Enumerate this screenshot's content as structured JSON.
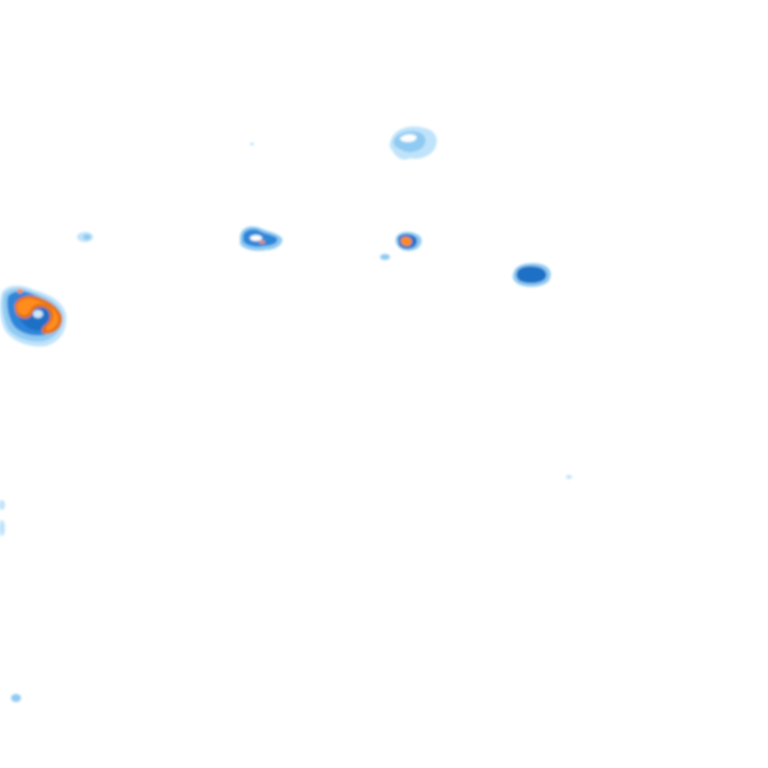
{
  "map": {
    "type": "precipitation-radar-tile",
    "background": "#ffffff",
    "intensity_colors": {
      "very_light": "#bfe3fa",
      "light": "#8fcaf2",
      "moderate": "#2f86d9",
      "heavy": "#1f6fc6",
      "intense": "#ff8c1a",
      "intense_edge": "#e07000"
    },
    "cells": [
      {
        "id": "cell-north",
        "peak_intensity": "light"
      },
      {
        "id": "cell-west-small",
        "peak_intensity": "very_light"
      },
      {
        "id": "cell-center-left",
        "peak_intensity": "moderate"
      },
      {
        "id": "cell-center",
        "peak_intensity": "intense"
      },
      {
        "id": "cell-center-right",
        "peak_intensity": "heavy"
      },
      {
        "id": "cell-far-west",
        "peak_intensity": "intense"
      },
      {
        "id": "cell-southwest-specks",
        "peak_intensity": "very_light"
      }
    ]
  }
}
